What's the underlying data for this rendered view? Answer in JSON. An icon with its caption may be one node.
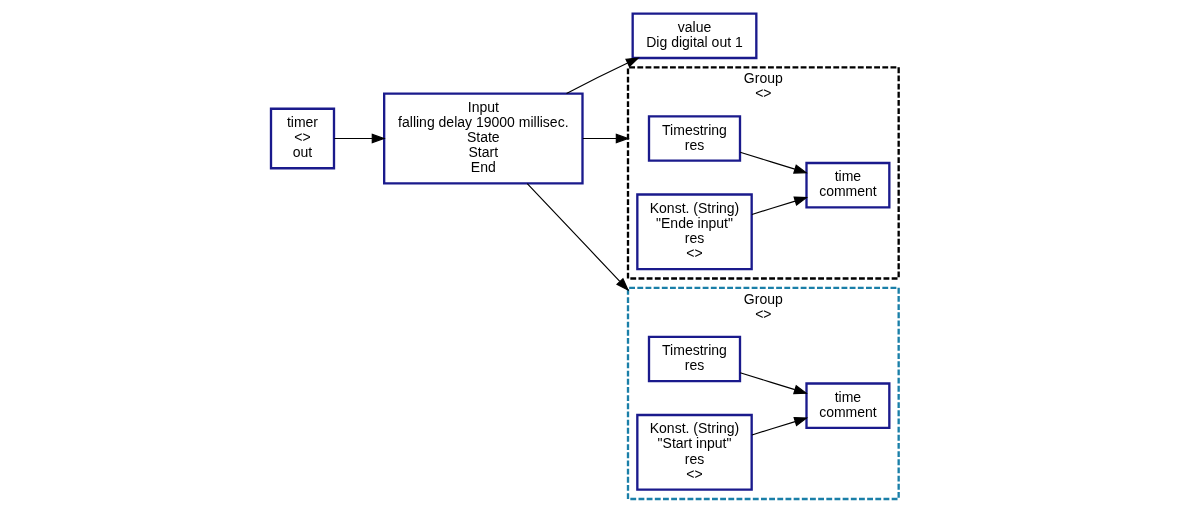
{
  "diagram": {
    "nodes": [
      {
        "text": [
          "timer",
          "<>",
          "out"
        ]
      },
      {
        "text": [
          "Input",
          "falling delay 19000 millisec.",
          "State",
          "Start",
          "End"
        ]
      },
      {
        "text": [
          "value",
          "Dig digital out 1"
        ]
      },
      {
        "text": [
          "Group",
          "<>"
        ]
      },
      {
        "text": [
          "Timestring",
          "res"
        ],
        "in": 3
      },
      {
        "text": [
          "Konst. (String)",
          "\"Ende input\"",
          "res",
          "<>"
        ],
        "in": 3
      },
      {
        "text": [
          "time",
          "comment"
        ],
        "in": 3
      },
      {
        "text": [
          "Group",
          "<>"
        ]
      },
      {
        "text": [
          "Timestring",
          "res"
        ],
        "in": 7
      },
      {
        "text": [
          "Konst. (String)",
          "\"Start input\"",
          "res",
          "<>"
        ],
        "in": 7
      },
      {
        "text": [
          "time",
          "comment"
        ],
        "in": 7
      }
    ],
    "edges": [
      {
        "from": 0,
        "to": 1,
        "arrow": "to"
      },
      {
        "from": 1,
        "to": 2,
        "arrow": "to"
      },
      {
        "from": 1,
        "to": 7,
        "arrow": "to"
      },
      {
        "from": 1,
        "to": 3,
        "arrow": "to"
      },
      {
        "from": 4,
        "to": 6,
        "arrow": "to"
      },
      {
        "from": 5,
        "to": 6,
        "arrow": "to"
      },
      {
        "from": 8,
        "to": 10,
        "arrow": "to"
      },
      {
        "from": 9,
        "to": 10,
        "arrow": "to"
      }
    ]
  }
}
